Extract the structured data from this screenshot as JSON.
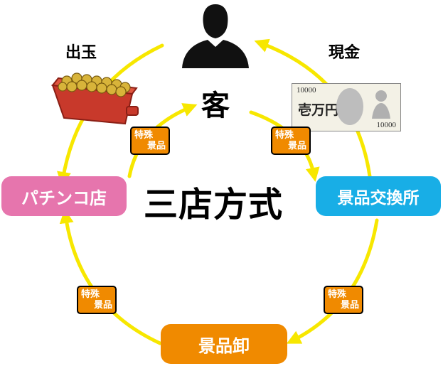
{
  "title": "三店方式",
  "customer": "客",
  "labels": {
    "payout_balls": "出玉",
    "cash": "現金"
  },
  "nodes": {
    "pachinko": "パチンコ店",
    "exchange": "景品交換所",
    "wholesaler": "景品卸"
  },
  "badge": {
    "line1": "特殊",
    "line2": "景品"
  },
  "banknote": {
    "denomination_top": "10000",
    "amount_text": "壱万円",
    "denomination_bottom": "10000"
  },
  "colors": {
    "pink": "#e675ad",
    "blue": "#18aee6",
    "orange": "#f08a00",
    "arrow": "#f7e700"
  }
}
